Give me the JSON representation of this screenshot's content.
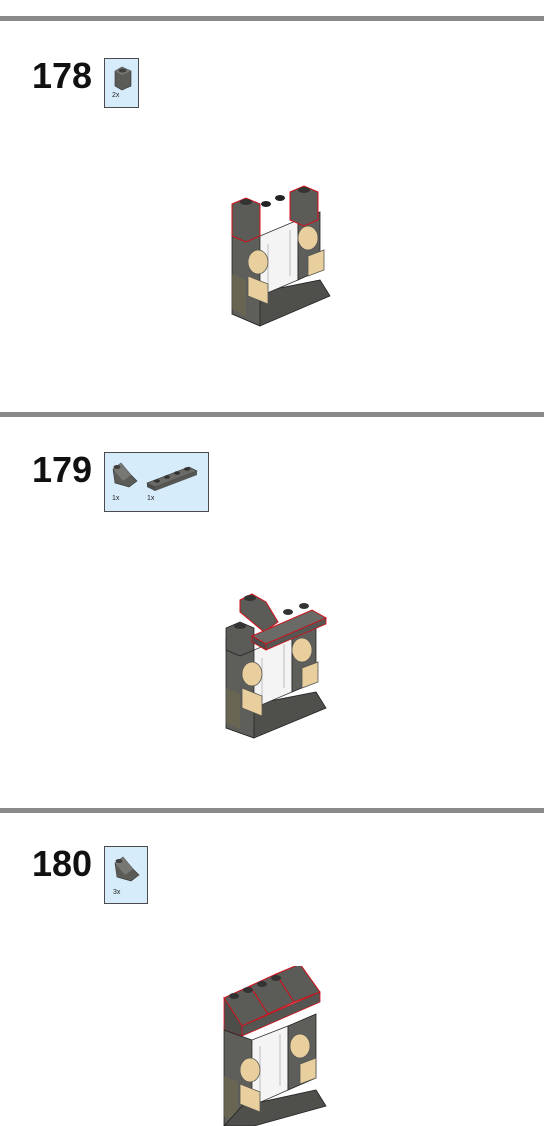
{
  "steps": [
    {
      "number": "178",
      "parts": [
        {
          "name": "dark-gray-brick-1x1",
          "qty": "2x"
        }
      ]
    },
    {
      "number": "179",
      "parts": [
        {
          "name": "dark-gray-slope-brick",
          "qty": "1x"
        },
        {
          "name": "dark-gray-plate-1x4",
          "qty": "1x"
        }
      ]
    },
    {
      "number": "180",
      "parts": [
        {
          "name": "dark-gray-slope-brick",
          "qty": "3x"
        }
      ]
    }
  ],
  "colors": {
    "divider": "#8a8a8a",
    "callout_bg": "#d6ecfb",
    "brick_dark": "#5b5b58",
    "brick_top": "#6c6c68",
    "tan": "#e9cf9d",
    "highlight": "#d1101a"
  }
}
